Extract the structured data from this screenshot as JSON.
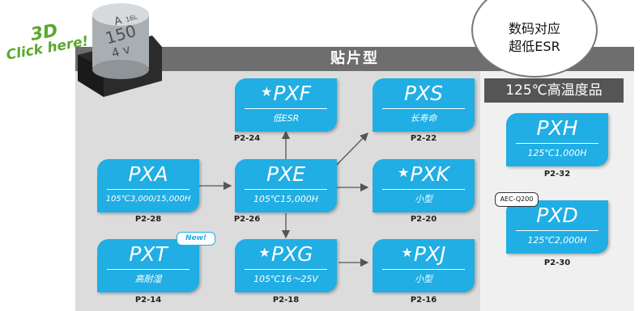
{
  "promo": {
    "line1": "3D",
    "line2": "Click here!"
  },
  "header": {
    "title": "贴片型"
  },
  "bubble": {
    "line1": "数码对应",
    "line2": "超低ESR"
  },
  "capacitor": {
    "marking1": "A",
    "marking2": "16L",
    "marking3": "150",
    "marking4": "4 v"
  },
  "high_temp_section": {
    "title": "125℃高温度品"
  },
  "badges": {
    "new": "New!",
    "aec": "AEC-Q200"
  },
  "star_glyph": "★",
  "series": {
    "pxf": {
      "name": "PXF",
      "sub": "低ESR",
      "page": "P2-24"
    },
    "pxs": {
      "name": "PXS",
      "sub": "长寿命",
      "page": "P2-22"
    },
    "pxa": {
      "name": "PXA",
      "sub": "105℃3,000/15,000H",
      "page": "P2-28"
    },
    "pxe": {
      "name": "PXE",
      "sub": "105℃15,000H",
      "page": "P2-26"
    },
    "pxk": {
      "name": "PXK",
      "sub": "小型",
      "page": "P2-20"
    },
    "pxt": {
      "name": "PXT",
      "sub": "高耐湿",
      "page": "P2-14"
    },
    "pxg": {
      "name": "PXG",
      "sub": "105℃16～25V",
      "page": "P2-18"
    },
    "pxj": {
      "name": "PXJ",
      "sub": "小型",
      "page": "P2-16"
    },
    "pxh": {
      "name": "PXH",
      "sub": "125℃1,000H",
      "page": "P2-32"
    },
    "pxd": {
      "name": "PXD",
      "sub": "125℃2,000H",
      "page": "P2-30"
    }
  },
  "colors": {
    "box": "#20aee4",
    "header": "#6e6e6e",
    "panel": "#dcdcdc",
    "promo": "#5aa82e"
  }
}
